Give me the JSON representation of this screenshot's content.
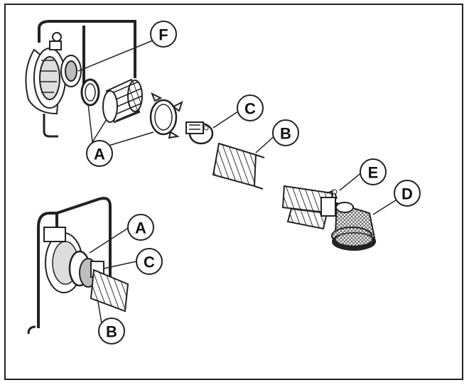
{
  "diagram": {
    "callouts": {
      "f_top": "F",
      "a_top": "A",
      "c_top": "C",
      "b_top": "B",
      "e_right": "E",
      "d_right": "D",
      "a_bottom": "A",
      "c_bottom": "C",
      "b_bottom": "B"
    },
    "colors": {
      "line": "#222222",
      "fill": "#ffffff",
      "shade": "#bdbdbd"
    }
  }
}
